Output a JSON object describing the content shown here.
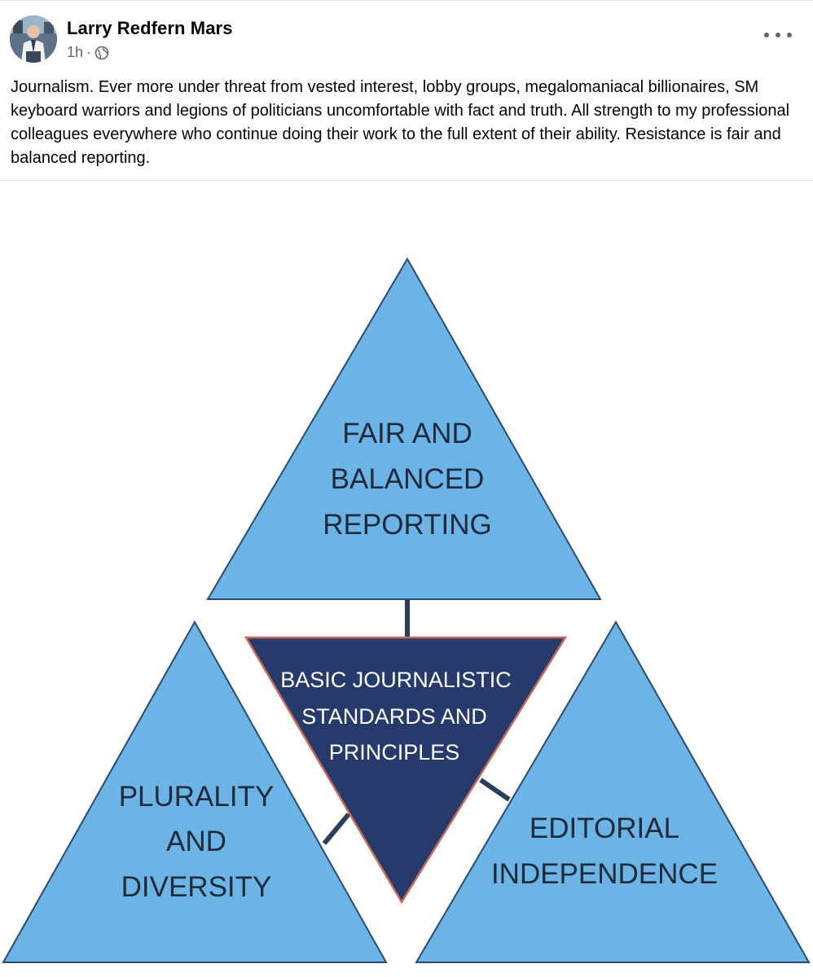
{
  "post": {
    "author": "Larry Redfern Mars",
    "time": "1h",
    "separator": "·",
    "privacy_icon": "globe-icon",
    "more_icon": "more-dots-icon",
    "text": "Journalism. Ever more under threat from vested interest, lobby groups, megalomaniacal billionaires, SM keyboard warriors and legions of politicians uncomfortable with fact and truth. All strength to my professional colleagues everywhere who continue doing their work to the full extent of their ability. Resistance is fair and balanced reporting."
  },
  "diagram": {
    "top": {
      "line1": "FAIR AND",
      "line2": "BALANCED",
      "line3": "REPORTING"
    },
    "center": {
      "line1": "BASIC JOURNALISTIC",
      "line2": "STANDARDS AND",
      "line3": "PRINCIPLES"
    },
    "left": {
      "line1": "PLURALITY",
      "line2": "AND",
      "line3": "DIVERSITY"
    },
    "right": {
      "line1": "EDITORIAL",
      "line2": "INDEPENDENCE"
    },
    "colors": {
      "outer_fill": "#6cb4e6",
      "outer_stroke": "#2b4a6e",
      "center_fill": "#263a6b",
      "center_stroke": "#c96a5a",
      "text_dark": "#1f2a3d",
      "text_light": "#ffffff"
    }
  }
}
